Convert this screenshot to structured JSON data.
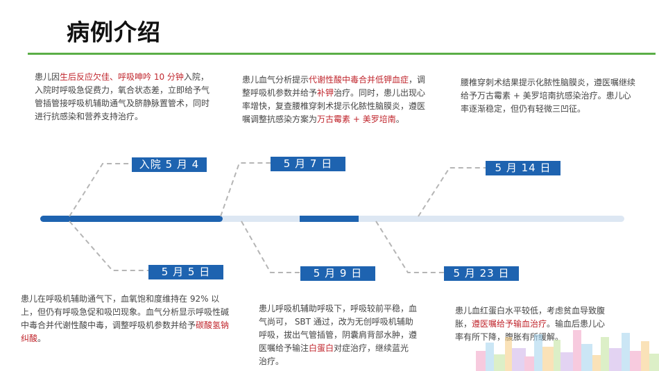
{
  "page_title": "病例介绍",
  "events": [
    {
      "date": "入院 5 月 4 日",
      "text": [
        {
          "t": "患儿因",
          "hl": false
        },
        {
          "t": "生后反应欠佳、呼吸呻吟 10 分钟",
          "hl": true
        },
        {
          "t": "入院，入院时呼吸急促费力，氧合状态差，立即给予气管插管接呼吸机辅助通气及脐静脉置管术，同时进行抗感染和营养支持治疗。",
          "hl": false
        }
      ]
    },
    {
      "date": "5 月 5 日",
      "text": [
        {
          "t": "患儿在呼吸机辅助通气下，血氧饱和度维持在 92% 以上，但仍有呼吸急促和吸凹现象。血气分析显示呼吸性碱中毒合并代谢性酸中毒，调整呼吸机参数并给予",
          "hl": false
        },
        {
          "t": "碳酸氢钠纠酸",
          "hl": true
        },
        {
          "t": "。",
          "hl": false
        }
      ]
    },
    {
      "date": "5 月 7 日",
      "text": [
        {
          "t": "患儿血气分析提示",
          "hl": false
        },
        {
          "t": "代谢性酸中毒合并低钾血症",
          "hl": true
        },
        {
          "t": "，调整呼吸机参数并给予",
          "hl": false
        },
        {
          "t": "补钾",
          "hl": true
        },
        {
          "t": "治疗。同时，患儿出现心率增快，复查腰椎穿刺术提示化脓性脑膜炎，遵医嘱调整抗感染方案为",
          "hl": false
        },
        {
          "t": "万古霉素 + 美罗培南",
          "hl": true
        },
        {
          "t": "。",
          "hl": false
        }
      ]
    },
    {
      "date": "5 月 9 日",
      "text": [
        {
          "t": "患儿呼吸机辅助呼吸下，呼吸较前平稳，血气尚可， SBT 通过，改为无创呼吸机辅助呼吸，拔出气管插管，阴囊肩背部水肿，遵医嘱给予输注",
          "hl": false
        },
        {
          "t": "白蛋白",
          "hl": true
        },
        {
          "t": "对症治疗，继续蓝光治疗。",
          "hl": false
        }
      ]
    },
    {
      "date": "5 月 14 日",
      "text": [
        {
          "t": "腰椎穿刺术结果提示化脓性脑膜炎，遵医嘱继续给予万古霉素 + 美罗培南抗感染治疗。患儿心率逐渐稳定，但仍有轻微三凹征。",
          "hl": false
        }
      ]
    },
    {
      "date": "5 月 23 日",
      "text": [
        {
          "t": "患儿血红蛋白水平较低，考虑贫血导致腹胀，",
          "hl": false
        },
        {
          "t": "遵医嘱给予输血治疗",
          "hl": true
        },
        {
          "t": "。输血后患儿心率有所下降，腹胀有所缓解。",
          "hl": false
        }
      ]
    }
  ],
  "colors": {
    "accent_blue": "#1e63b0",
    "timeline_light": "#dde7f3",
    "highlight_red": "#c0262d",
    "title_rule_green": "#5aae47",
    "connector_gray": "#b5b5b5"
  }
}
